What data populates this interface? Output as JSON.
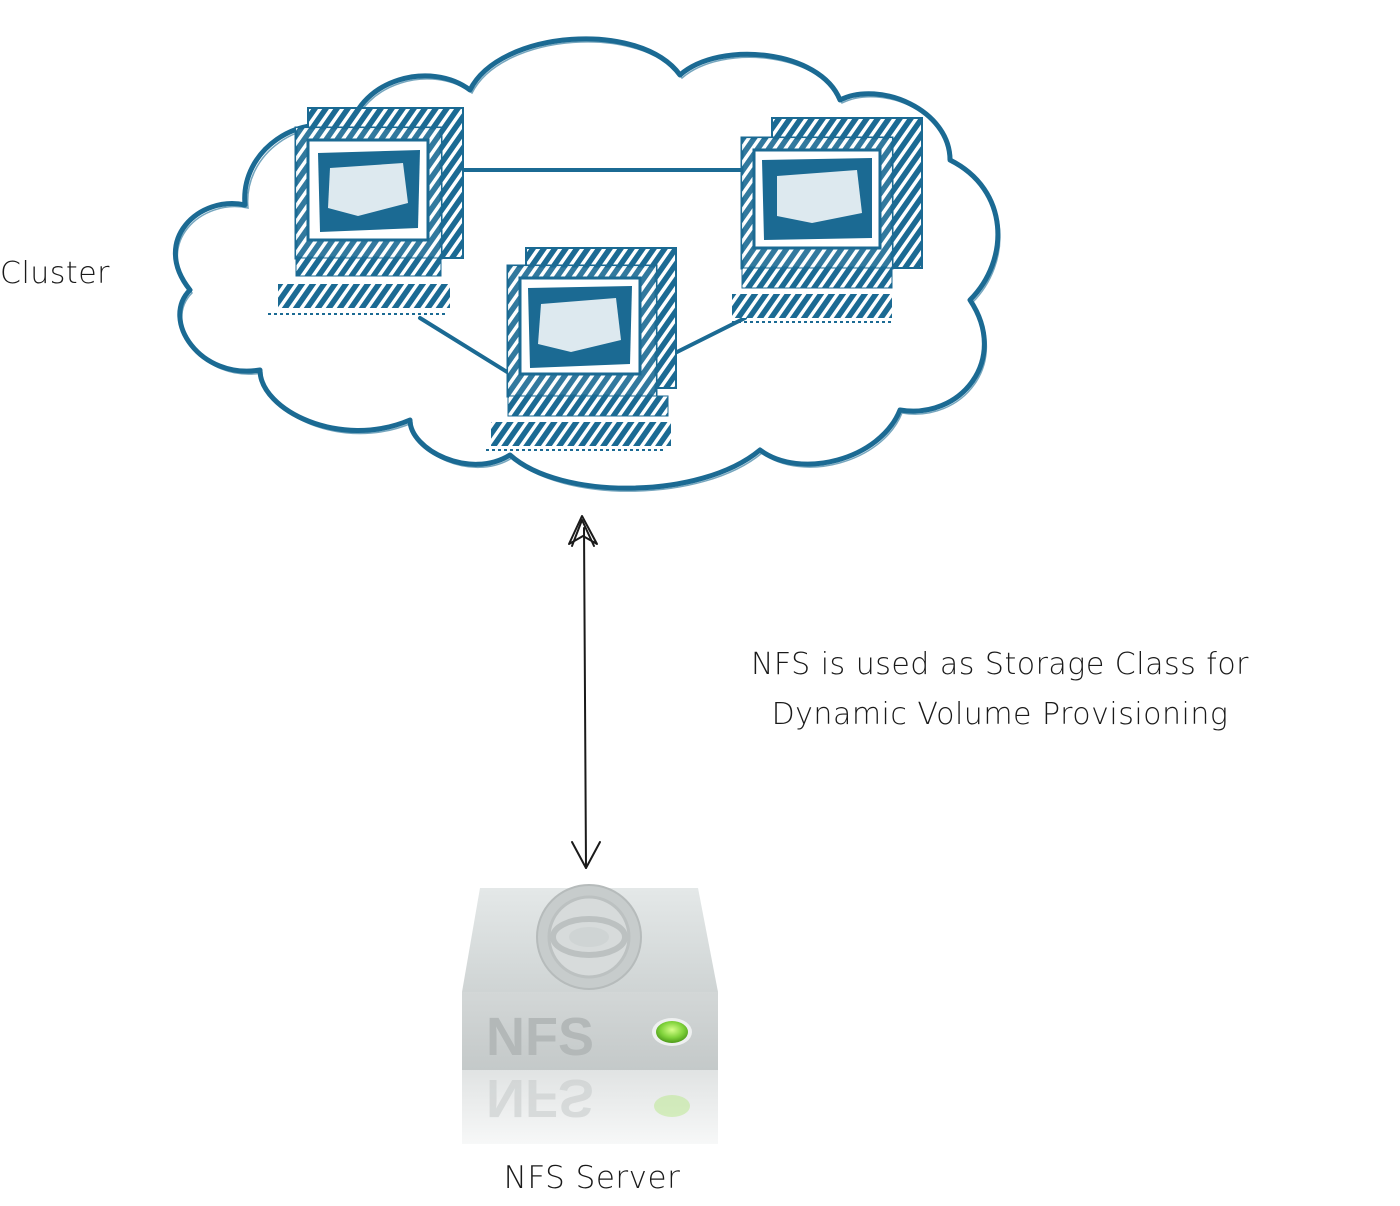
{
  "labels": {
    "cluster": "Cluster",
    "annotation_line1": "NFS is used as Storage Class for",
    "annotation_line2": "Dynamic Volume Provisioning",
    "nfs_server": "NFS Server"
  },
  "nfs_device": {
    "badge": "NFS"
  },
  "colors": {
    "cloud_stroke": "#1b6a93",
    "computer_fill": "#1b6a93",
    "arrow": "#1a1a1a",
    "device_body": "#d9dddd",
    "device_led": "#7fd23a"
  },
  "icons": {
    "cloud": "cloud-icon",
    "computer": "computer-icon",
    "arrow": "double-arrow",
    "server": "nfs-server-icon"
  }
}
